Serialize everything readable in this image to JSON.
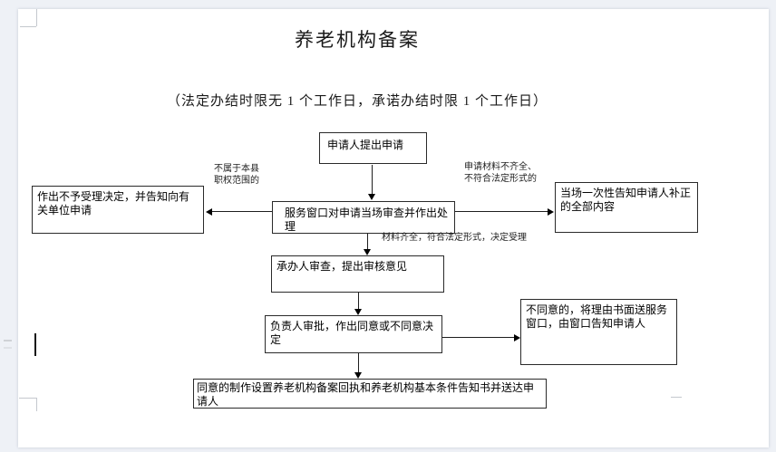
{
  "colors": {
    "line": "#000000",
    "page_bg": "#ffffff",
    "canvas_bg": "#eef1f6"
  },
  "document": {
    "title": "养老机构备案",
    "subtitle": "（法定办结时限无 1 个工作日，承诺办结时限 1 个工作日）"
  },
  "flowchart": {
    "nodes": {
      "apply": "申请人提出申请",
      "window_review": "服务窗口对申请当场审查并作出处理",
      "reject_decision": "作出不予受理决定，并告知向有关单位申请",
      "onsite_notify": "当场一次性告知申请人补正的全部内容",
      "handler_review": "承办人审查，提出审核意见",
      "leader_approve": "负责人审批，作出同意或不同意决定",
      "disagree_notify": "不同意的，将理由书面送服务窗口，由窗口告知申请人",
      "agree_deliver": "同意的制作设置养老机构备案回执和养老机构基本条件告知书并送达申请人"
    },
    "edge_labels": {
      "not_in_jurisdiction": "不属于本县\n职权范围的",
      "materials_incomplete": "申请材料不齐全、\n不符合法定形式的",
      "materials_complete": "材料齐全，符合法定形式，决定受理"
    }
  }
}
